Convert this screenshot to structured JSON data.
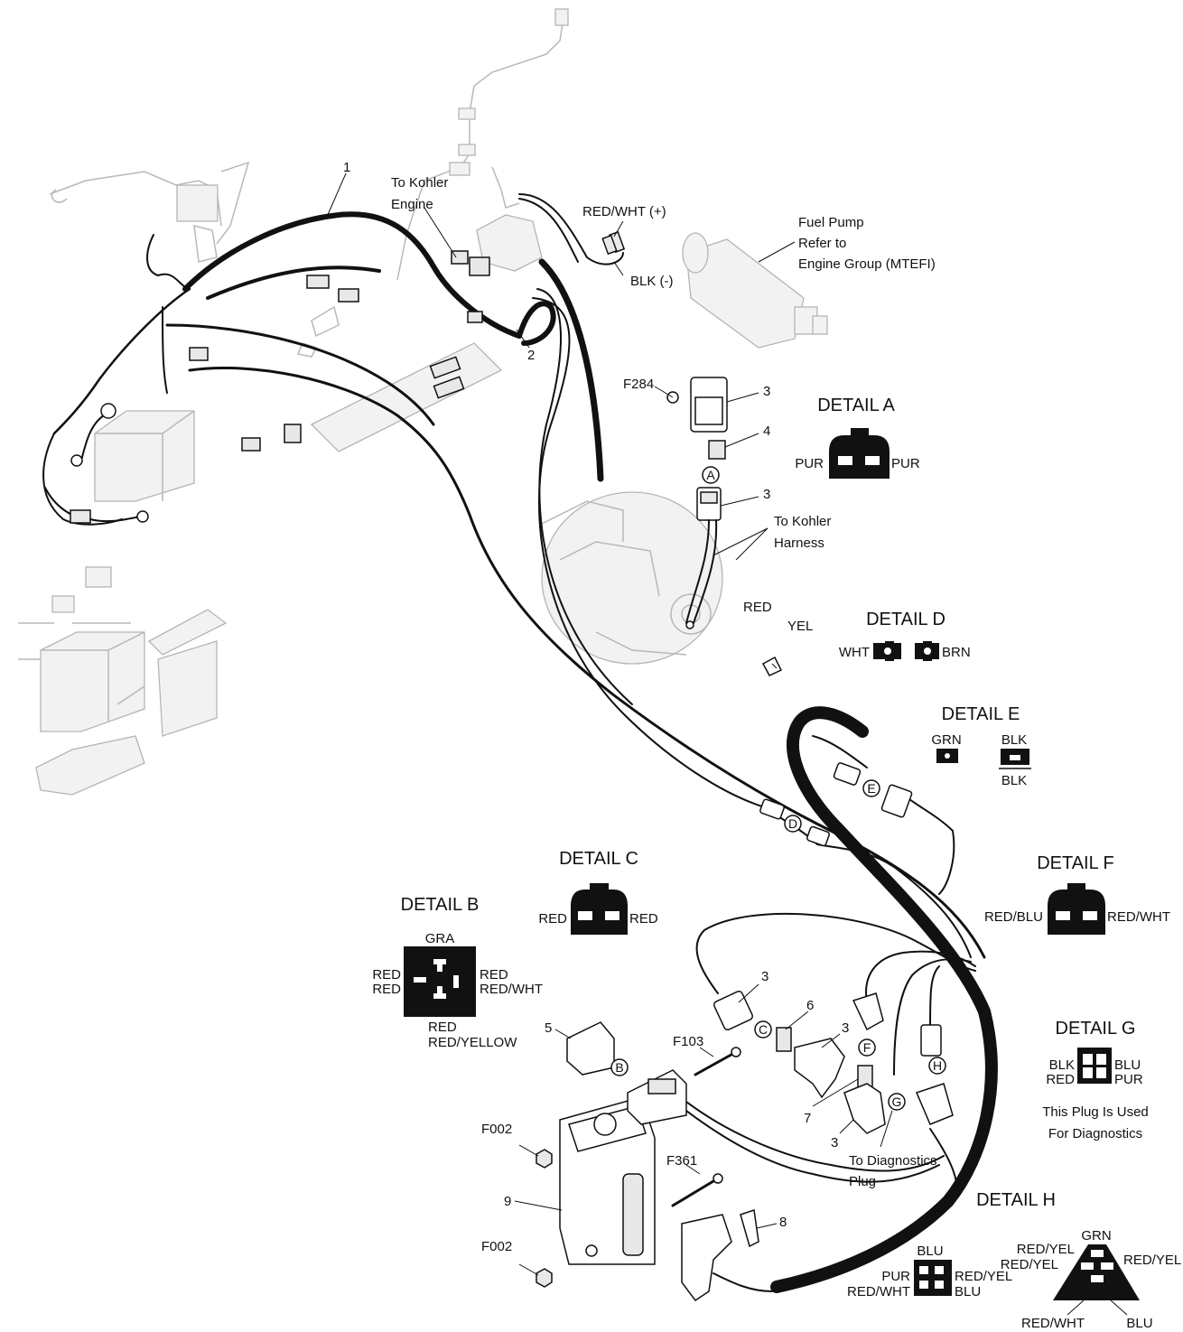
{
  "callouts": {
    "c1": "1",
    "c2": "2",
    "c3a": "3",
    "c4": "4",
    "c3b": "3",
    "c3c": "3",
    "c6": "6",
    "c3d": "3",
    "c7": "7",
    "c3e": "3",
    "c5": "5",
    "c9": "9",
    "c8": "8"
  },
  "fasteners": {
    "f284": "F284",
    "f103": "F103",
    "f361": "F361",
    "f002_top": "F002",
    "f002_bottom": "F002"
  },
  "notes": {
    "kohler_engine": [
      "To Kohler",
      "Engine"
    ],
    "fuel_pump": [
      "Fuel Pump",
      "Refer to",
      "Engine Group (MTEFI)"
    ],
    "kohler_harness": [
      "To Kohler",
      "Harness"
    ],
    "diagnostics_plug": [
      "To Diagnostics",
      "Plug"
    ],
    "red_wht_plus": "RED/WHT (+)",
    "blk_minus": "BLK (-)",
    "red": "RED",
    "yel": "YEL"
  },
  "connector_letters": [
    "A",
    "B",
    "C",
    "D",
    "E",
    "F",
    "G",
    "H"
  ],
  "details": {
    "a": {
      "title": "DETAIL A",
      "left": "PUR",
      "right": "PUR"
    },
    "b": {
      "title": "DETAIL B",
      "top": "GRA",
      "left": [
        "RED",
        "RED"
      ],
      "right": [
        "RED",
        "RED/WHT"
      ],
      "bottom": [
        "RED",
        "RED/YELLOW"
      ]
    },
    "c": {
      "title": "DETAIL C",
      "left": "RED",
      "right": "RED"
    },
    "d": {
      "title": "DETAIL D",
      "left": "WHT",
      "right": "BRN"
    },
    "e": {
      "title": "DETAIL E",
      "left_top": "GRN",
      "right_top": "BLK",
      "right_bottom": "BLK"
    },
    "f": {
      "title": "DETAIL F",
      "left": "RED/BLU",
      "right": "RED/WHT"
    },
    "g": {
      "title": "DETAIL G",
      "left": [
        "BLK",
        "RED"
      ],
      "right": [
        "BLU",
        "PUR"
      ],
      "note": [
        "This Plug Is Used",
        "For Diagnostics"
      ]
    },
    "h": {
      "title": "DETAIL H",
      "left_top": "BLU",
      "left_left": [
        "PUR",
        "RED/WHT"
      ],
      "left_right": [
        "RED/YEL",
        "BLU"
      ],
      "right_top": "GRN",
      "right_left": [
        "RED/YEL",
        "RED/YEL"
      ],
      "right_right": "RED/YEL",
      "right_bottom_left": "RED/WHT",
      "right_bottom_right": "BLU"
    }
  }
}
